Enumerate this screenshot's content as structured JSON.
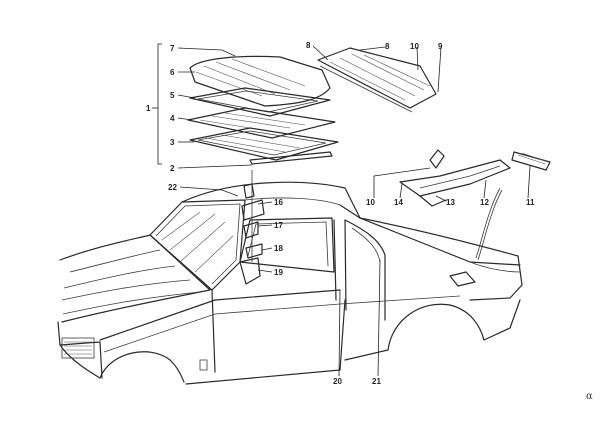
{
  "callouts": [
    "1",
    "2",
    "3",
    "4",
    "5",
    "6",
    "7",
    "8",
    "8",
    "10",
    "9",
    "22",
    "16",
    "17",
    "18",
    "19",
    "10",
    "14",
    "13",
    "12",
    "11",
    "20",
    "21"
  ],
  "corner_mark": "α"
}
